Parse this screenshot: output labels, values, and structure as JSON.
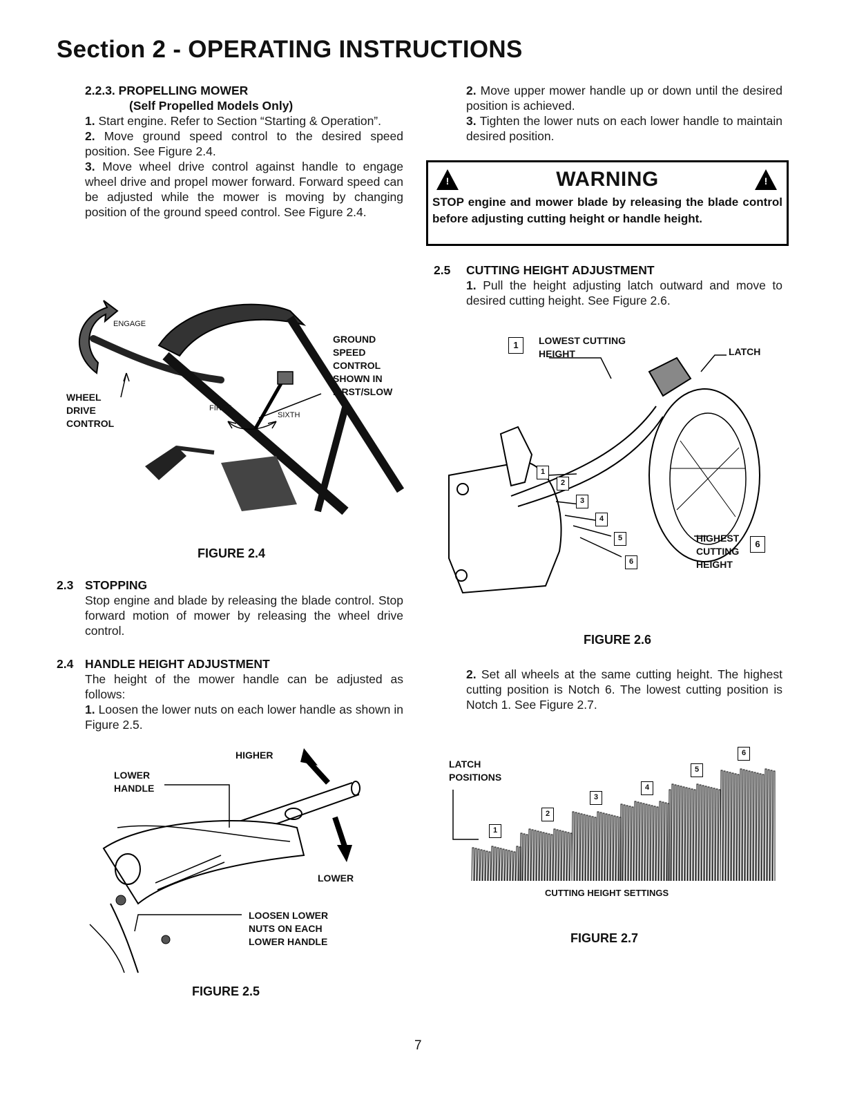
{
  "page_title": "Section 2 - OPERATING INSTRUCTIONS",
  "left": {
    "s223": {
      "heading": "2.2.3.  PROPELLING MOWER",
      "subheading": "(Self Propelled Models Only)",
      "step1_num": "1.",
      "step1": "Start engine. Refer to Section “Starting & Operation”.",
      "step2_num": "2.",
      "step2": "Move ground speed control to the desired speed position. See Figure 2.4.",
      "step3_num": "3.",
      "step3": "Move wheel drive control against handle to engage wheel drive and propel mower forward. Forward speed can be adjusted while the mower is moving by changing position of the ground speed control. See Figure 2.4."
    },
    "fig24": {
      "engage": "ENGAGE",
      "ground_speed": [
        "GROUND",
        "SPEED",
        "CONTROL",
        "SHOWN IN",
        "FIRST/SLOW"
      ],
      "wheel_drive": [
        "WHEEL",
        "DRIVE",
        "CONTROL"
      ],
      "first": "FIRST",
      "sixth": "SIXTH",
      "caption": "FIGURE 2.4"
    },
    "s23": {
      "num": "2.3",
      "heading": "STOPPING",
      "text": "Stop engine and blade by releasing the blade control. Stop forward motion of mower by releasing the wheel drive control."
    },
    "s24": {
      "num": "2.4",
      "heading": "HANDLE HEIGHT ADJUSTMENT",
      "text": "The height of the mower handle can be adjusted as follows:",
      "step1_num": "1.",
      "step1": "Loosen the lower nuts on each lower handle as shown in Figure 2.5."
    },
    "fig25": {
      "higher": "HIGHER",
      "lower_handle": [
        "LOWER",
        "HANDLE"
      ],
      "lower": "LOWER",
      "loosen": [
        "LOOSEN LOWER",
        "NUTS ON EACH",
        "LOWER HANDLE"
      ],
      "caption": "FIGURE 2.5"
    }
  },
  "right": {
    "s224_steps": {
      "step2_num": "2.",
      "step2": "Move upper mower handle up or down until the desired position is achieved.",
      "step3_num": "3.",
      "step3": "Tighten the lower nuts on each lower handle to maintain desired position."
    },
    "warning": {
      "title": "WARNING",
      "text": "STOP engine and mower blade by releasing the blade control before adjusting cutting height or handle height."
    },
    "s25": {
      "num": "2.5",
      "heading": "CUTTING HEIGHT ADJUSTMENT",
      "step1_num": "1.",
      "step1": "Pull the height adjusting latch outward and move to desired cutting height. See Figure 2.6."
    },
    "fig26": {
      "lowest": [
        "LOWEST CUTTING",
        "HEIGHT"
      ],
      "latch": "LATCH",
      "highest": [
        "HIGHEST",
        "CUTTING",
        "HEIGHT"
      ],
      "notches": [
        "1",
        "2",
        "3",
        "4",
        "5",
        "6"
      ],
      "lowest_num": "1",
      "highest_num": "6",
      "caption": "FIGURE 2.6"
    },
    "s25b": {
      "step2_num": "2.",
      "step2": "Set all wheels at the same cutting height. The highest cutting position is Notch 6. The lowest cutting position is Notch 1. See Figure 2.7."
    },
    "fig27": {
      "latch_positions": [
        "LATCH",
        "POSITIONS"
      ],
      "notches": [
        "1",
        "2",
        "3",
        "4",
        "5",
        "6"
      ],
      "settings": "CUTTING HEIGHT SETTINGS",
      "caption": "FIGURE 2.7"
    }
  },
  "page_number": "7"
}
